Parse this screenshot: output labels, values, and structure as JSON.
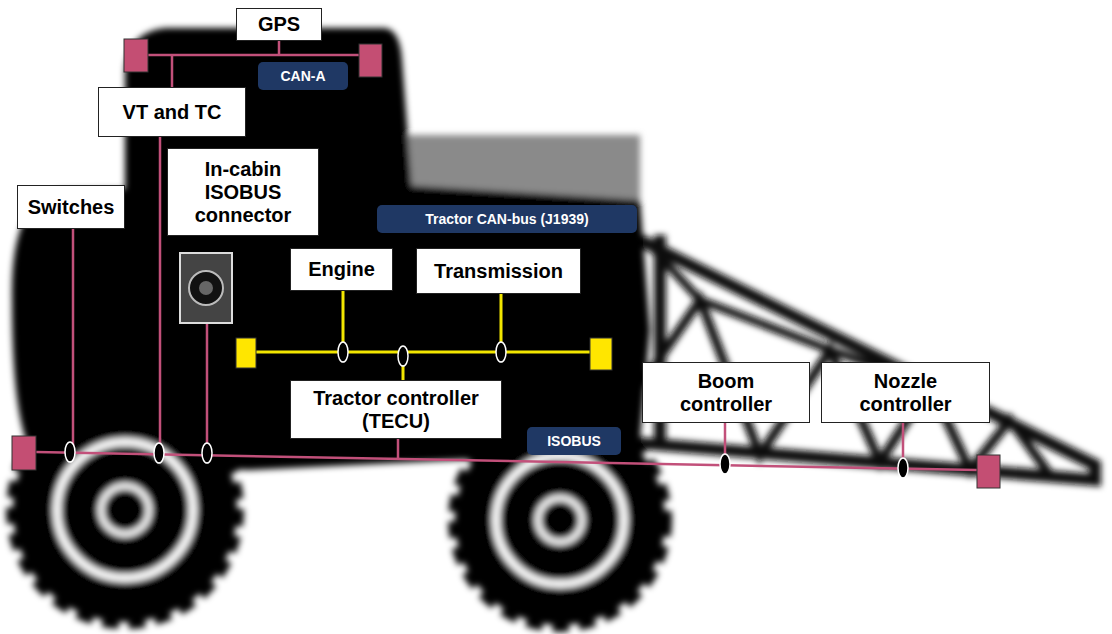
{
  "diagram": {
    "nodes": [
      {
        "text": [
          "GPS"
        ]
      },
      {
        "text": [
          "CAN-A"
        ]
      },
      {
        "text": [
          "VT and TC"
        ]
      },
      {
        "text": [
          "Switches"
        ]
      },
      {
        "text": [
          "In-cabin ISOBUS connector"
        ]
      },
      {
        "text": [
          "Tractor CAN-bus (J1939)"
        ]
      },
      {
        "text": [
          "Engine"
        ]
      },
      {
        "text": [
          "Transmission"
        ]
      },
      {
        "text": [
          "Tractor controller (TECU)"
        ]
      },
      {
        "text": [
          "Boom controller"
        ]
      },
      {
        "text": [
          "ISOBUS"
        ]
      },
      {
        "text": [
          "Nozzle controller"
        ]
      }
    ]
  }
}
